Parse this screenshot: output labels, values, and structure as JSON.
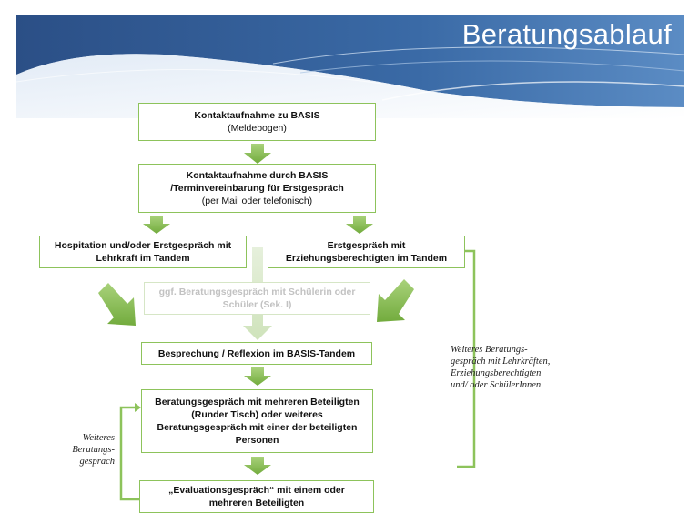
{
  "slide": {
    "title": "Beratungsablauf"
  },
  "colors": {
    "banner": "#2f5d95",
    "arrow": "#8dc35b",
    "box_border": "#8dc35b"
  },
  "flow": {
    "box1": {
      "title": "Kontaktaufnahme zu BASIS",
      "sub": "(Meldebogen)"
    },
    "box2": {
      "title": "Kontaktaufnahme durch BASIS /Terminvereinbarung für Erstgespräch",
      "sub": "(per Mail oder telefonisch)"
    },
    "box3": {
      "title": "Hospitation und/oder Erstgespräch mit Lehrkraft im Tandem"
    },
    "box4": {
      "title": "Erstgespräch mit Erziehungsberechtigten im Tandem"
    },
    "box5": {
      "title": "ggf. Beratungsgespräch mit Schülerin oder Schüler (Sek. I)"
    },
    "box6": {
      "title": "Besprechung / Reflexion im BASIS-Tandem"
    },
    "box7": {
      "title": "Beratungsgespräch mit mehreren Beteiligten (Runder Tisch) oder weiteres Beratungsgespräch mit einer der beteiligten Personen"
    },
    "box8": {
      "title": "„Evaluationsgespräch“ mit einem oder mehreren Beteiligten"
    }
  },
  "notes": {
    "right": "Weiteres Beratungs-gespräch mit Lehrkräften, Erziehungsberechtigten und/ oder SchülerInnen",
    "left": "Weiteres Beratungs-gespräch"
  }
}
